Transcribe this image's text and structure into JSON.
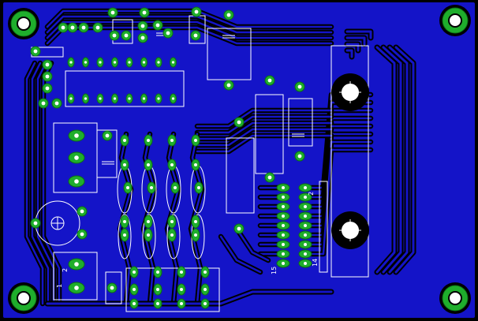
{
  "colors": {
    "board": "#1414c8",
    "trace_gap": "#000000",
    "pad": "#1fae2c",
    "pad_ring": "#0b6e14",
    "drill": "#ffffff",
    "silkscreen": "#ffffff",
    "background": "#000000"
  },
  "labels": {
    "connector_pin_top": "2",
    "connector_pin_mid": "14",
    "connector_pin_bottom": "15",
    "trimmer_pin_a": "1",
    "trimmer_pin_b": "2"
  }
}
